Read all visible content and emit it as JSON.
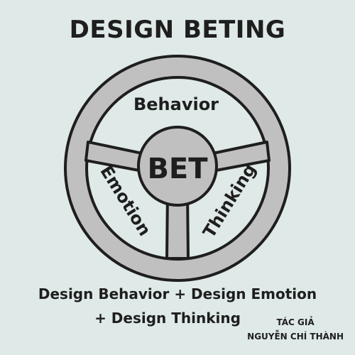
{
  "title": "DESIGN BETING",
  "wheel": {
    "hub": "BET",
    "top": "Behavior",
    "left": "Emotion",
    "right": "Thinking"
  },
  "formula": {
    "line1": "Design Behavior + Design Emotion",
    "line2": "+ Design Thinking"
  },
  "author": {
    "label": "TÁC GIẢ",
    "name": "NGUYỄN CHÍ THÀNH"
  },
  "colors": {
    "background": "#dfe9e7",
    "wheel_fill": "#c0c0c0",
    "outline": "#1e1e1e"
  }
}
